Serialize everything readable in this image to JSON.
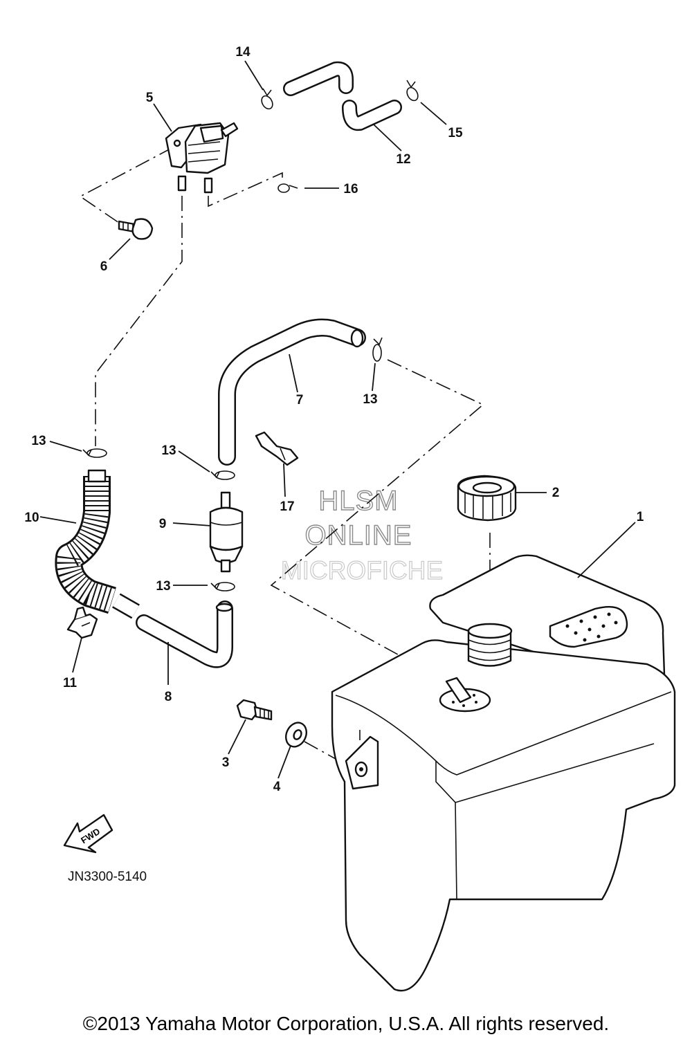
{
  "part_labels": {
    "p1": "1",
    "p2": "2",
    "p3": "3",
    "p4": "4",
    "p5": "5",
    "p6": "6",
    "p7": "7",
    "p8": "8",
    "p9": "9",
    "p10": "10",
    "p11": "11",
    "p12": "12",
    "p13": "13",
    "p14": "14",
    "p15": "15",
    "p16": "16",
    "p17": "17"
  },
  "direction_arrow": "FWD",
  "drawing_code": "JN3300-5140",
  "watermark": {
    "line1": "HLSM",
    "line2": "ONLINE",
    "line3": "MICROFICHE"
  },
  "copyright": "©2013 Yamaha Motor Corporation, U.S.A. All rights reserved."
}
